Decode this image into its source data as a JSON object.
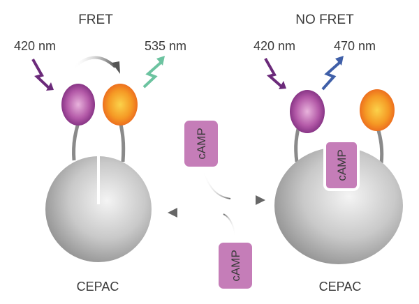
{
  "left_panel": {
    "title": "FRET",
    "excitation_label": "420 nm",
    "emission_label": "535 nm",
    "protein_label": "CEPAC"
  },
  "right_panel": {
    "title": "NO FRET",
    "excitation_label": "420 nm",
    "emission_label": "470 nm",
    "protein_label": "CEPAC",
    "bound_ligand_label": "cAMP"
  },
  "free_ligands": {
    "top_label": "cAMP",
    "bottom_label": "cAMP"
  },
  "colors": {
    "excitation_arrow": "#6b2a7a",
    "fret_emission_arrow": "#6cc3a0",
    "nofret_emission_arrow": "#3f5fa8",
    "camp_box": "#c57db8",
    "donor": "#8e2c8c",
    "acceptor": "#ee6a1a"
  }
}
